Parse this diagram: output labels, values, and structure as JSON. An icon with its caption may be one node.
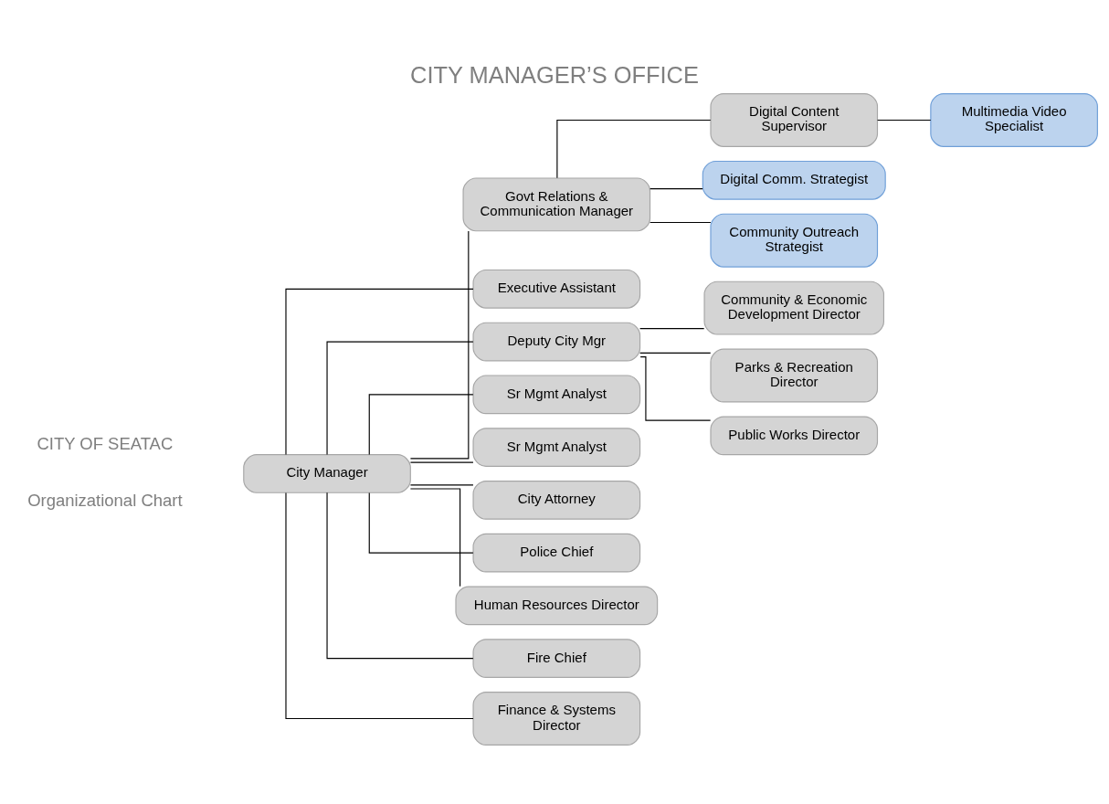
{
  "diagram": {
    "title": "CITY MANAGER’S OFFICE",
    "nodes": [
      {
        "text": [
          "City Manager"
        ]
      },
      {
        "text": [
          "Govt Relations & Communication Manager"
        ]
      },
      {
        "text": [
          "Executive Assistant"
        ]
      },
      {
        "text": [
          "Deputy City Mgr"
        ]
      },
      {
        "text": [
          "Digital Content Supervisor"
        ]
      },
      {
        "text": [
          "Digital Comm. Strategist"
        ]
      },
      {
        "text": [
          "Multimedia Video Specialist"
        ]
      },
      {
        "text": [
          "Community Outreach Strategist"
        ]
      },
      {
        "text": [
          "Sr Mgmt Analyst"
        ]
      },
      {
        "text": [
          "Sr Mgmt Analyst"
        ]
      },
      {
        "text": [
          "Community & Economic Development Director"
        ]
      },
      {
        "text": [
          "Parks & Recreation Director"
        ]
      },
      {
        "text": [
          "Public Works Director"
        ]
      },
      {
        "text": [
          "City Attorney"
        ]
      },
      {
        "text": [
          "Police Chief"
        ]
      },
      {
        "text": [
          "Human Resources Director"
        ]
      },
      {
        "text": [
          "Fire Chief"
        ]
      },
      {
        "text": [
          "Finance & Systems Director"
        ]
      }
    ],
    "edges": [
      {
        "from": 0,
        "to": 1,
        "arrow": "none"
      },
      {
        "from": 0,
        "to": 2,
        "arrow": "none"
      },
      {
        "from": 0,
        "to": 3,
        "arrow": "none"
      },
      {
        "from": 1,
        "to": 4,
        "arrow": "none"
      },
      {
        "from": 1,
        "to": 5,
        "arrow": "none"
      },
      {
        "from": 4,
        "to": 6,
        "arrow": "none"
      },
      {
        "from": 1,
        "to": 7,
        "arrow": "none"
      },
      {
        "from": 0,
        "to": 8,
        "arrow": "none"
      },
      {
        "from": 0,
        "to": 9,
        "arrow": "none"
      },
      {
        "from": 3,
        "to": 10,
        "arrow": "none"
      },
      {
        "from": 3,
        "to": 11,
        "arrow": "none"
      },
      {
        "from": 3,
        "to": 12,
        "arrow": "none"
      },
      {
        "from": 0,
        "to": 13,
        "arrow": "none"
      },
      {
        "from": 0,
        "to": 14,
        "arrow": "none"
      },
      {
        "from": 0,
        "to": 15,
        "arrow": "none"
      },
      {
        "from": 0,
        "to": 16,
        "arrow": "none"
      },
      {
        "from": 0,
        "to": 17,
        "arrow": "none"
      }
    ],
    "labels": [
      "CITY OF SEATAC",
      "Organizational Chart"
    ]
  }
}
